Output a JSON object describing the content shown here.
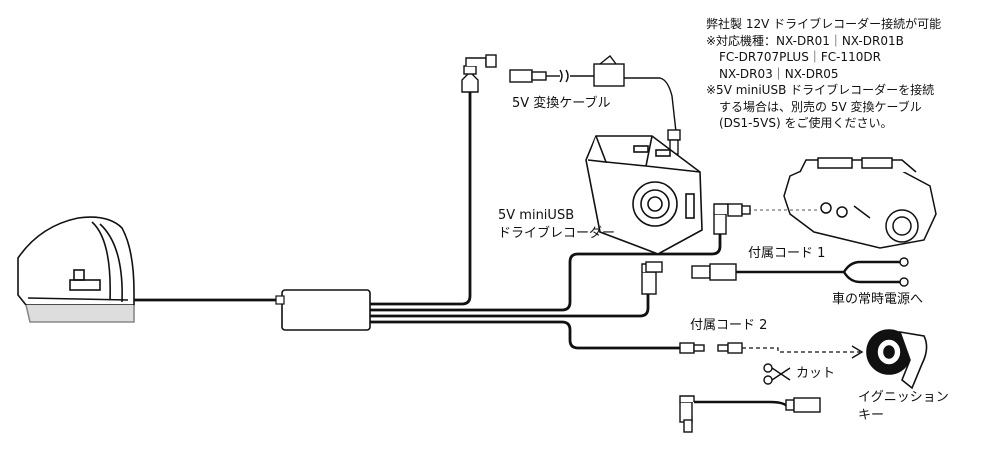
{
  "notes": {
    "line1": "弊社製 12V ドライブレコーダー接続が可能",
    "line2": "※対応機種：NX-DR01｜NX-DR01B",
    "line3": "FC-DR707PLUS｜FC-110DR",
    "line4": "NX-DR03｜NX-DR05",
    "line5": "※5V miniUSB ドライブレコーダーを接続",
    "line6": "する場合は、別売の 5V 変換ケーブル",
    "line7": "(DS1-5VS) をご使用ください。"
  },
  "labels": {
    "conversion_cable": "5V 変換ケーブル",
    "recorder_line1": "5V miniUSB",
    "recorder_line2": "ドライブレコーダー",
    "cord1": "付属コード 1",
    "constant_power": "車の常時電源へ",
    "cord2": "付属コード 2",
    "cut": "カット",
    "ignition_line1": "イグニッション",
    "ignition_line2": "キー"
  }
}
